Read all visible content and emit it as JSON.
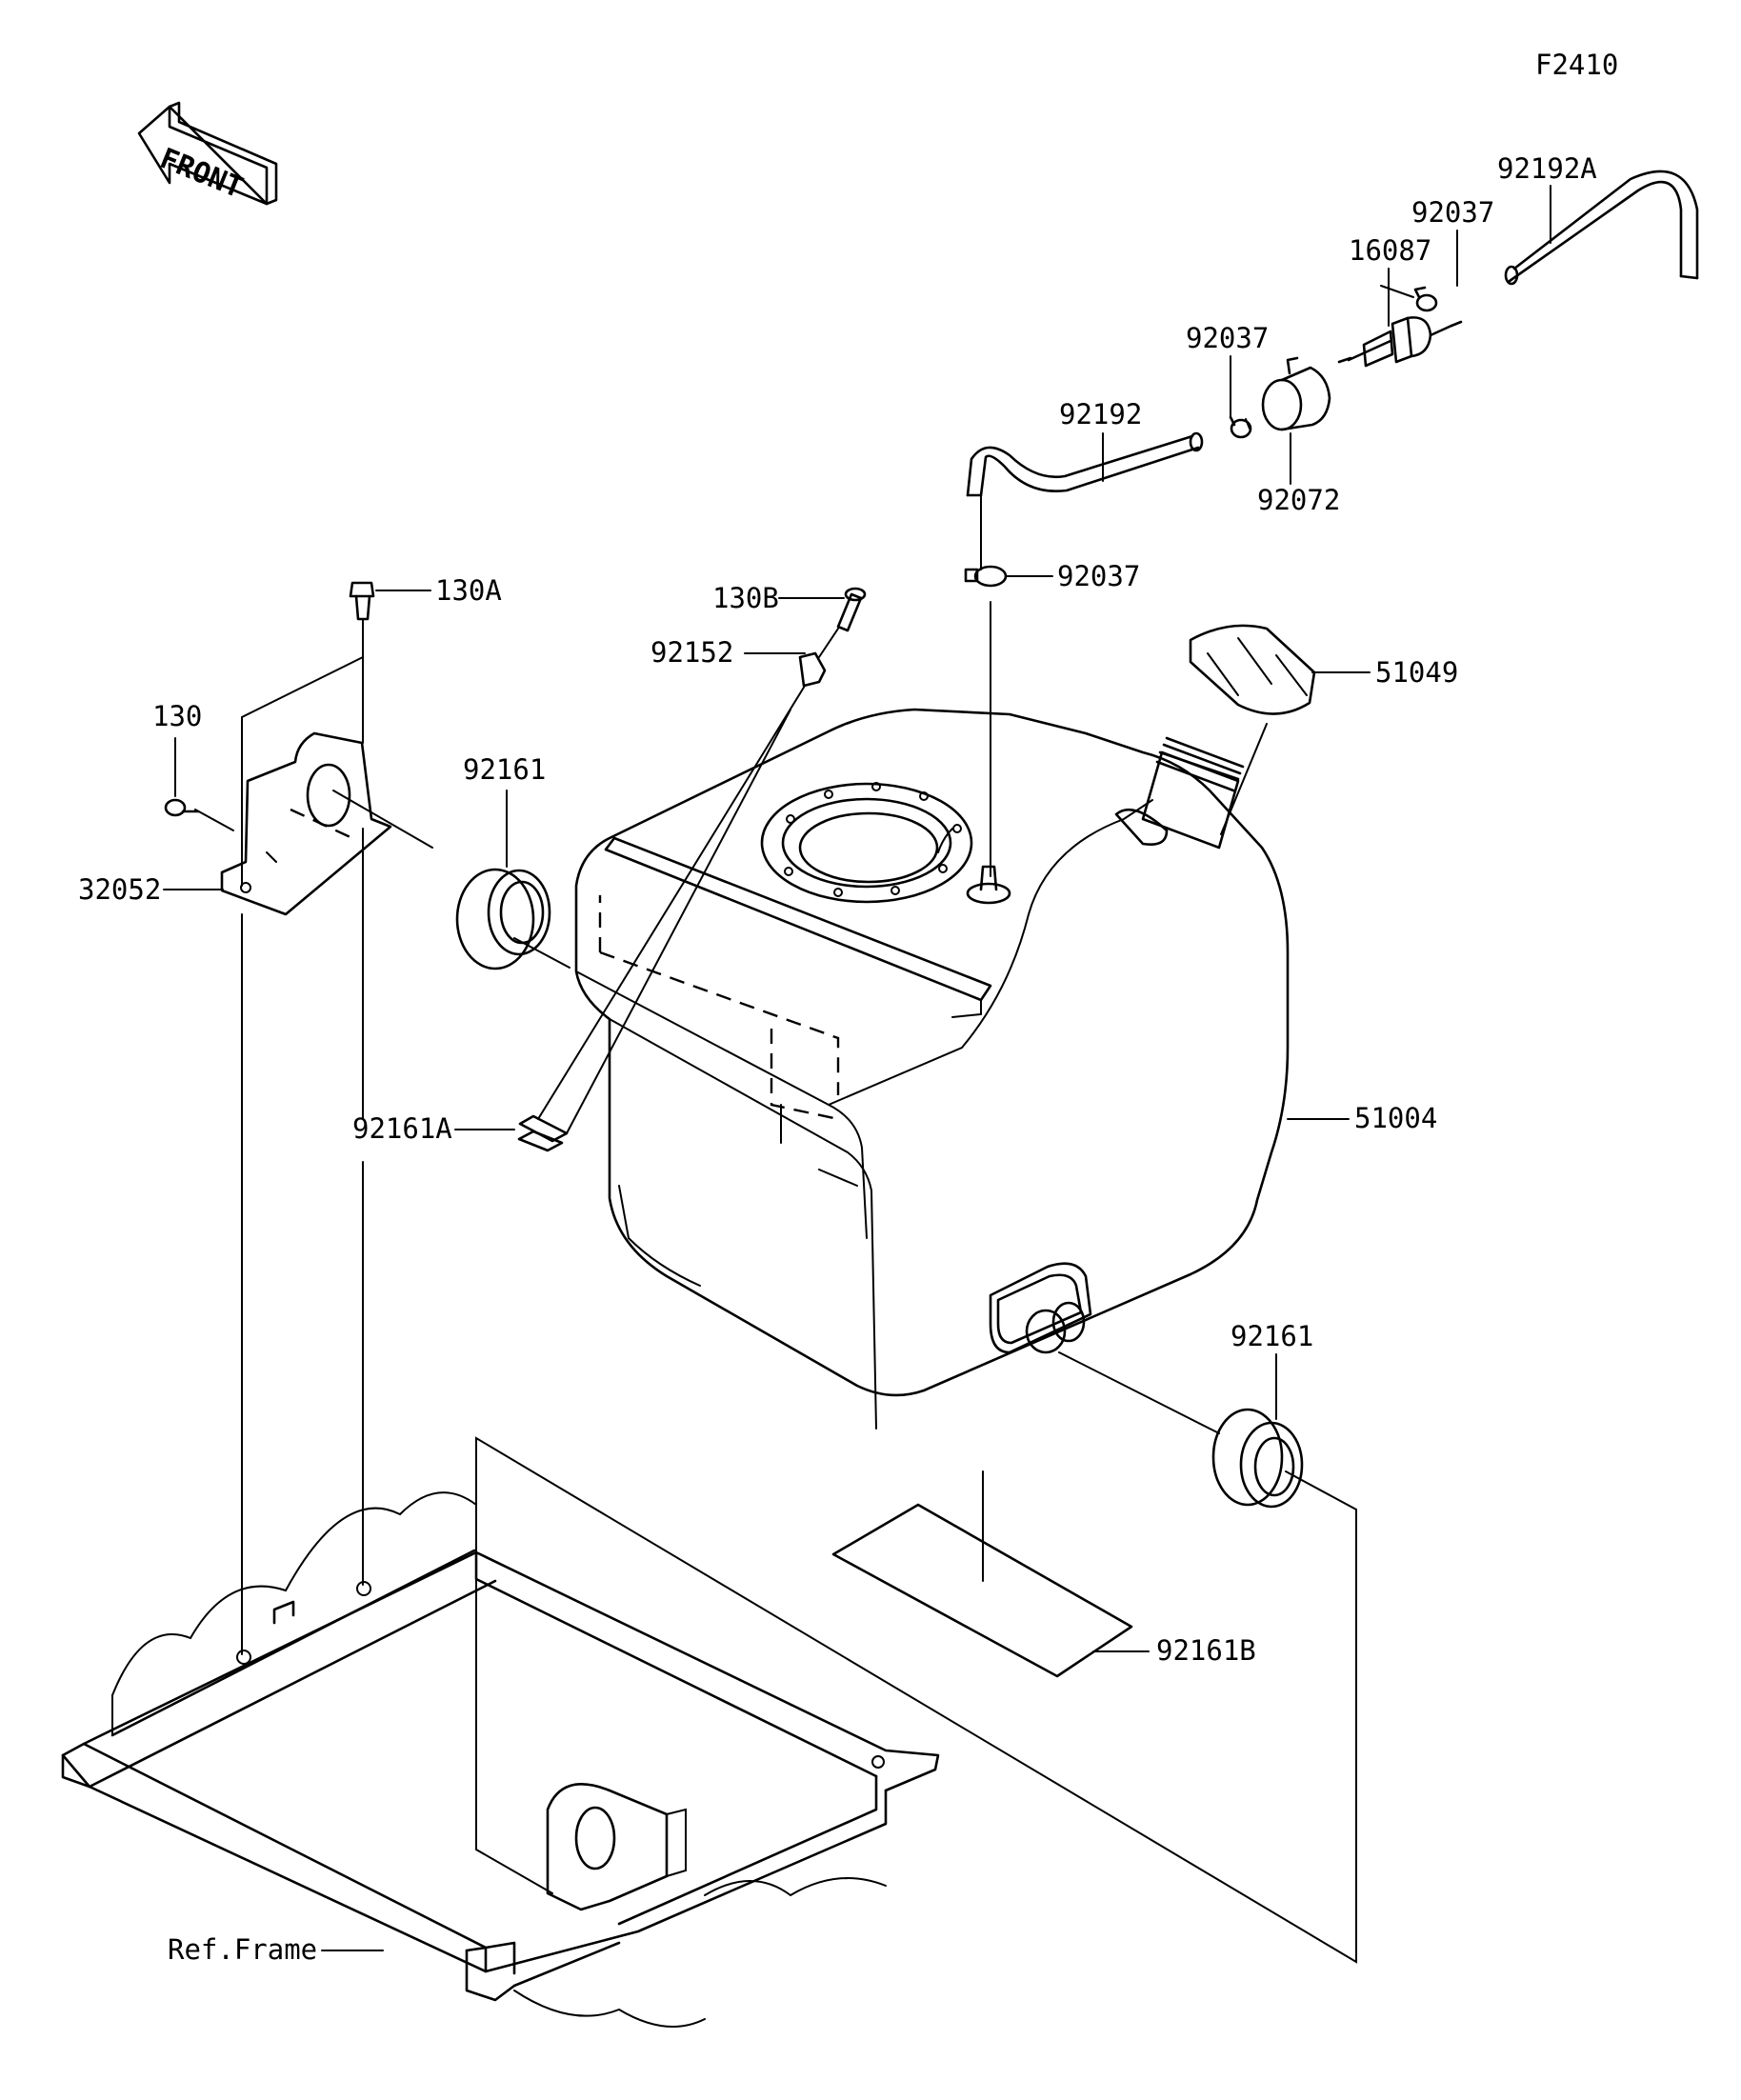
{
  "diagram_id": "F2410",
  "front_label": "FRONT",
  "parts": [
    {
      "code": "92192A"
    },
    {
      "code": "92037"
    },
    {
      "code": "16087"
    },
    {
      "code": "92037"
    },
    {
      "code": "92192"
    },
    {
      "code": "92072"
    },
    {
      "code": "92037"
    },
    {
      "code": "130A"
    },
    {
      "code": "130B"
    },
    {
      "code": "92152"
    },
    {
      "code": "51049"
    },
    {
      "code": "130"
    },
    {
      "code": "92161"
    },
    {
      "code": "32052"
    },
    {
      "code": "92161A"
    },
    {
      "code": "51004"
    },
    {
      "code": "92161"
    },
    {
      "code": "92161B"
    },
    {
      "code": "Ref.Frame"
    }
  ]
}
